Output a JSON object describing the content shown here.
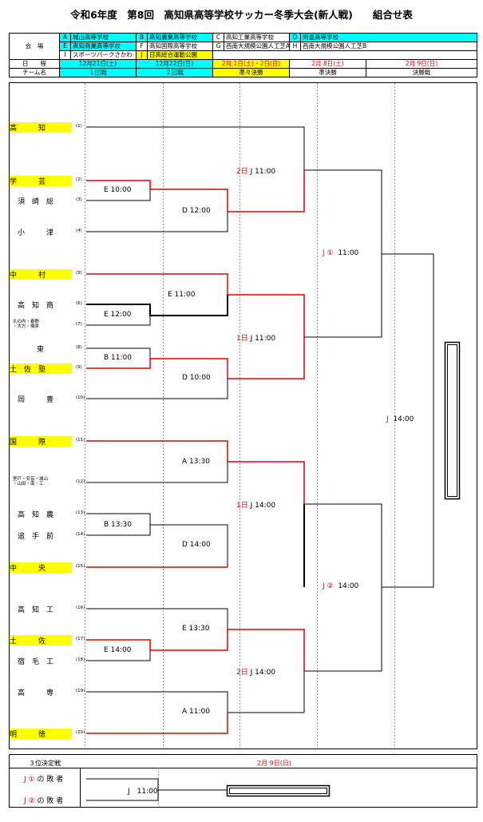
{
  "title": "令和6年度　第8回　高知県高等学校サッカー冬季大会(新人戦)　　組合せ表",
  "venues": {
    "label": "会　場",
    "rows": [
      [
        [
          "A",
          "城山高等学校"
        ],
        [
          "B",
          "高知農業高等学校"
        ],
        [
          "C",
          "高知工業高等学校"
        ],
        [
          "D",
          "岡豊高等学校"
        ]
      ],
      [
        [
          "E",
          "高知商業高等学校"
        ],
        [
          "F",
          "高知国際高等学校"
        ],
        [
          "G",
          "西南大規模公園人工芝A"
        ],
        [
          "H",
          "西南大規模公園人工芝B"
        ]
      ],
      [
        [
          "I",
          "スポーツパークさかわ"
        ],
        [
          "J",
          "日高総合運動公園"
        ]
      ]
    ]
  },
  "schedule": {
    "label": "日　　程",
    "dates": [
      "12月21日(土)",
      "12月22日(日)",
      "2月 1日(土)・2日(日)",
      "2月 8日(土)",
      "2月 9日(日)"
    ]
  },
  "rounds": {
    "label": "チーム名",
    "names": [
      "１回戦",
      "２回戦",
      "準々決勝",
      "準決勝",
      "決勝戦"
    ]
  },
  "teams": [
    {
      "name": "高　　　知",
      "num": "(1)"
    },
    {
      "name": "学　　　芸",
      "num": "(2)"
    },
    {
      "name": "須　崎　総",
      "num": "(3)"
    },
    {
      "name": "小　　　津",
      "num": "(4)"
    },
    {
      "name": "中　　　村",
      "num": "(5)"
    },
    {
      "name": "高　知　商",
      "num": "(6)"
    },
    {
      "name": "丸の内・春野\n・大方・檮原",
      "num": "(7)"
    },
    {
      "name": "東",
      "num": "(8)"
    },
    {
      "name": "土　佐　塾",
      "num": "(9)"
    },
    {
      "name": "岡　　　豊",
      "num": "(10)"
    },
    {
      "name": "国　　　際",
      "num": "(11)"
    },
    {
      "name": "室戸・安芸・城山\n・山田・南・工",
      "num": "(12)"
    },
    {
      "name": "高　知　農",
      "num": "(13)"
    },
    {
      "name": "追　手　前",
      "num": "(14)"
    },
    {
      "name": "中　　　央",
      "num": "(15)"
    },
    {
      "name": "高　知　工",
      "num": "(16)"
    },
    {
      "name": "土　　　佐",
      "num": "(17)"
    },
    {
      "name": "宿　毛　工",
      "num": "(18)"
    },
    {
      "name": "高　　　専",
      "num": "(19)"
    },
    {
      "name": "明　　　徳",
      "num": "(20)"
    }
  ],
  "matches": {
    "r1_a": "E 10:00",
    "r1_b": "E 12:00",
    "r1_c": "B 11:00",
    "r1_d": "B 13:30",
    "r1_e": "E 14:00",
    "r2_a": "D 12:00",
    "r2_b": "E 11:00",
    "r2_c": "D 10:00",
    "r2_d": "A 13:30",
    "r2_e": "D 14:00",
    "r2_f": "E 13:30",
    "r2_g": "A 11:00",
    "qf_a_day": "2日",
    "qf_a": "J 11:00",
    "qf_b_day": "1日",
    "qf_b": "J 11:00",
    "qf_c_day": "1日",
    "qf_c": "J 14:00",
    "qf_d_day": "2日",
    "qf_d": "J 14:00",
    "sf_a_tag": "J ①",
    "sf_a": "11:00",
    "sf_b_tag": "J ②",
    "sf_b": "14:00",
    "final_tag": "J",
    "final": "14:00"
  },
  "third": {
    "title": "３位決定戦",
    "date": "2月 9日(日)",
    "loser1_tag": "J ①",
    "loser1": "の 敗 者",
    "loser2_tag": "J ②",
    "loser2": "の 敗 者",
    "time": "J　11:00"
  }
}
